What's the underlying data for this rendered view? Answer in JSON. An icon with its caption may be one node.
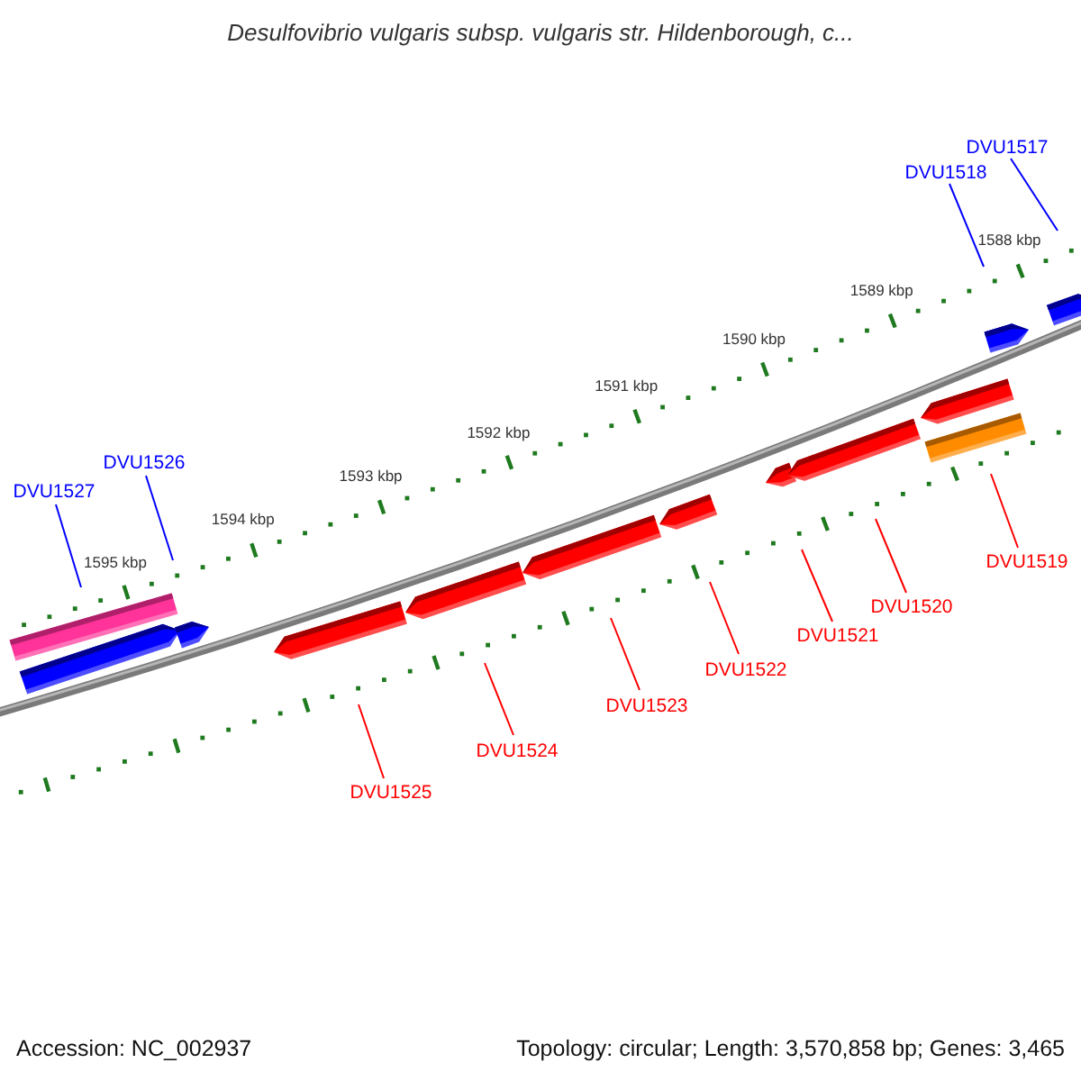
{
  "diagram": {
    "title": "Desulfovibrio vulgaris subsp. vulgaris str. Hildenborough, c...",
    "nodes": [
      {
        "text": [
          "DVU1517"
        ]
      },
      {
        "text": [
          "DVU1518"
        ]
      },
      {
        "text": [
          "DVU1526"
        ]
      },
      {
        "text": [
          "DVU1527"
        ]
      },
      {
        "text": [
          "DVU1519"
        ]
      },
      {
        "text": [
          "DVU1520"
        ]
      },
      {
        "text": [
          "DVU1521"
        ]
      },
      {
        "text": [
          "DVU1522"
        ]
      },
      {
        "text": [
          "DVU1523"
        ]
      },
      {
        "text": [
          "DVU1524"
        ]
      },
      {
        "text": [
          "DVU1525"
        ]
      }
    ],
    "edges": [
      {
        "from": 0,
        "to": null,
        "arrow": "none",
        "color": "#0000ff"
      },
      {
        "from": 1,
        "to": null,
        "arrow": "none",
        "color": "#0000ff"
      },
      {
        "from": 2,
        "to": null,
        "arrow": "none",
        "color": "#0000ff"
      },
      {
        "from": 3,
        "to": null,
        "arrow": "none",
        "color": "#0000ff"
      },
      {
        "from": 4,
        "to": null,
        "arrow": "none"
      },
      {
        "from": 5,
        "to": null,
        "arrow": "none"
      },
      {
        "from": 6,
        "to": null,
        "arrow": "none"
      },
      {
        "from": 7,
        "to": null,
        "arrow": "none"
      },
      {
        "from": 8,
        "to": null,
        "arrow": "none"
      },
      {
        "from": 9,
        "to": null,
        "arrow": "none"
      },
      {
        "from": 10,
        "to": null,
        "arrow": "none"
      }
    ],
    "labels": [
      "1595 kbp",
      "1594 kbp",
      "1593 kbp",
      "1592 kbp",
      "1591 kbp",
      "1590 kbp",
      "1589 kbp",
      "1588 kbp",
      "Accession: NC_002937",
      "Topology: circular; Length: 3,570,858 bp; Genes: 3,465"
    ]
  }
}
